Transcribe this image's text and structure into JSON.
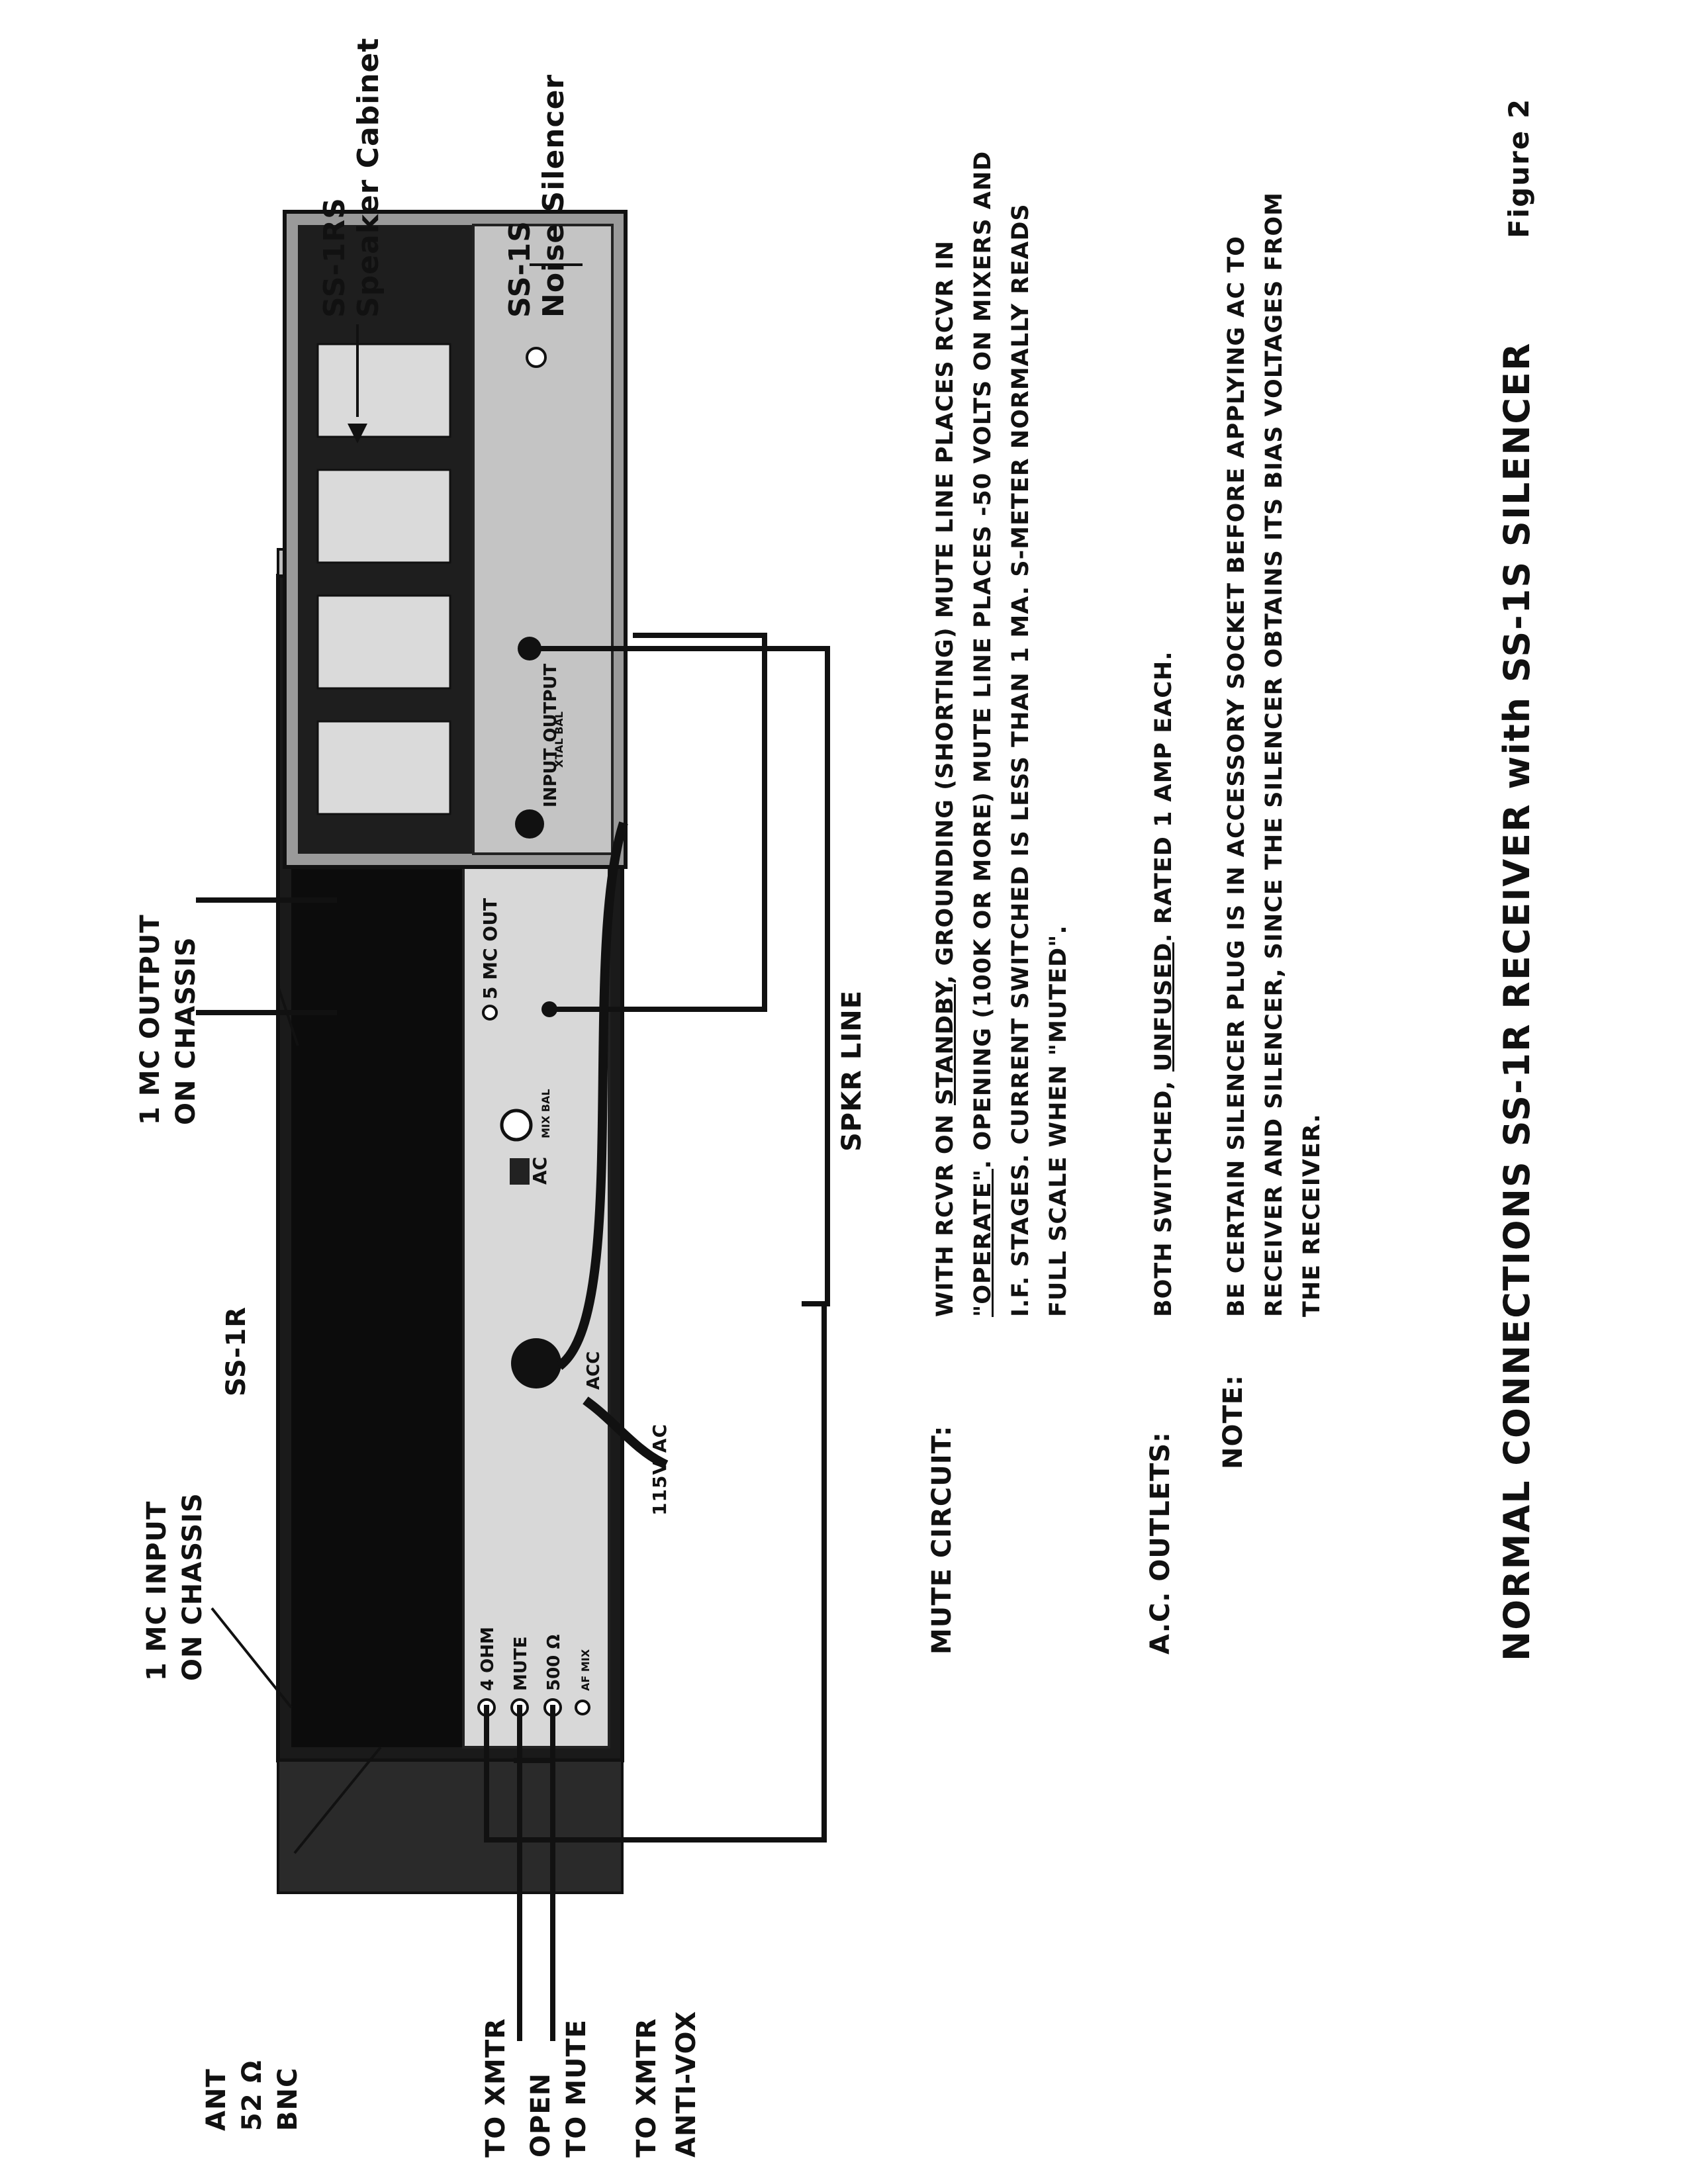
{
  "left_labels": {
    "ant": [
      "ANT",
      "52 Ω",
      "BNC"
    ],
    "to_xmtr_1": "TO XMTR",
    "open_to_mute": [
      "OPEN",
      "TO MUTE"
    ],
    "to_xmtr_2": "TO XMTR",
    "anti_vox": "ANTI-VOX"
  },
  "top_labels": {
    "input_chassis": [
      "1 MC INPUT",
      "ON CHASSIS"
    ],
    "receiver_model": "SS-1R",
    "output_chassis": [
      "1 MC OUTPUT",
      "ON CHASSIS"
    ],
    "speaker_model": "SS-1RS",
    "speaker_name": "Speaker Cabinet",
    "silencer_model": "SS-1S",
    "silencer_name": "Noise Silencer"
  },
  "line_labels": {
    "ac_115": "115V AC",
    "spkr_line": "SPKR LINE"
  },
  "receiver_panel": {
    "jacks": [
      "4 OHM",
      "MUTE",
      "500 Ω"
    ],
    "af_mix": "AF MIX",
    "acc": "ACC",
    "ac": "AC",
    "mc_out": "5 MC OUT",
    "mix_bal": "MIX BAL",
    "xtal_bal": "XTAL BAL"
  },
  "silencer_panel": {
    "input_output": "INPUT OUTPUT"
  },
  "notes": {
    "mute_label": "MUTE CIRCUIT:",
    "mute_p1": "WITH RCVR ON ",
    "mute_u1": "STANDBY",
    "mute_p2": ", GROUNDING (SHORTING) MUTE LINE PLACES RCVR IN ",
    "mute_u2": "\"OPERATE\"",
    "mute_p3": ". OPENING (100K OR MORE) MUTE LINE PLACES -50 VOLTS ON MIXERS AND I.F. STAGES. CURRENT SWITCHED IS LESS THAN 1 MA. S-METER NORMALLY READS FULL SCALE WHEN \"MUTED\".",
    "ac_label": "A.C. OUTLETS:",
    "ac_p1": "BOTH SWITCHED, ",
    "ac_u1": "UNFUSED",
    "ac_p2": ". RATED 1 AMP EACH.",
    "note_label": "NOTE:",
    "note_text": "BE CERTAIN SILENCER PLUG IS IN ACCESSORY SOCKET BEFORE APPLYING AC TO RECEIVER AND SILENCER, SINCE THE SILENCER OBTAINS ITS BIAS VOLTAGES FROM THE RECEIVER."
  },
  "title": "NORMAL CONNECTIONS SS-1R RECEIVER with SS-1S SILENCER",
  "figure": "Figure 2"
}
